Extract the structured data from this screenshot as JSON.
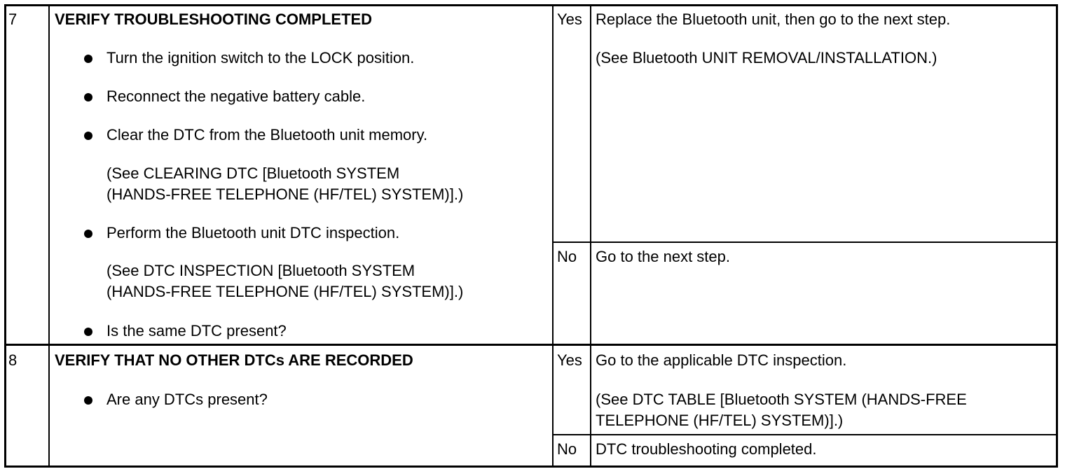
{
  "steps": [
    {
      "number": "7",
      "title": "VERIFY TROUBLESHOOTING COMPLETED",
      "actions": {
        "b1": "Turn the ignition switch to the LOCK position.",
        "b2": "Reconnect the negative battery cable.",
        "b3": "Clear the DTC from the Bluetooth unit memory.",
        "b3_ref_line1": "(See CLEARING DTC [Bluetooth SYSTEM",
        "b3_ref_line2": "(HANDS-FREE TELEPHONE (HF/TEL) SYSTEM)].)",
        "b4": "Perform the Bluetooth unit DTC inspection.",
        "b4_ref_line1": "(See DTC INSPECTION [Bluetooth SYSTEM",
        "b4_ref_line2": "(HANDS-FREE TELEPHONE (HF/TEL) SYSTEM)].)",
        "b5": "Is the same DTC present?"
      },
      "yes_label": "Yes",
      "yes_action": "Replace the Bluetooth unit, then go to the next step.",
      "yes_ref": "(See Bluetooth UNIT REMOVAL/INSTALLATION.)",
      "no_label": "No",
      "no_action": "Go to the next step."
    },
    {
      "number": "8",
      "title": "VERIFY THAT NO OTHER DTCs ARE RECORDED",
      "actions": {
        "b1": "Are any DTCs present?"
      },
      "yes_label": "Yes",
      "yes_action": "Go to the applicable DTC inspection.",
      "yes_ref_line1": "(See DTC TABLE [Bluetooth SYSTEM (HANDS-FREE",
      "yes_ref_line2": "TELEPHONE (HF/TEL) SYSTEM)].)",
      "no_label": "No",
      "no_action": "DTC troubleshooting completed."
    }
  ]
}
